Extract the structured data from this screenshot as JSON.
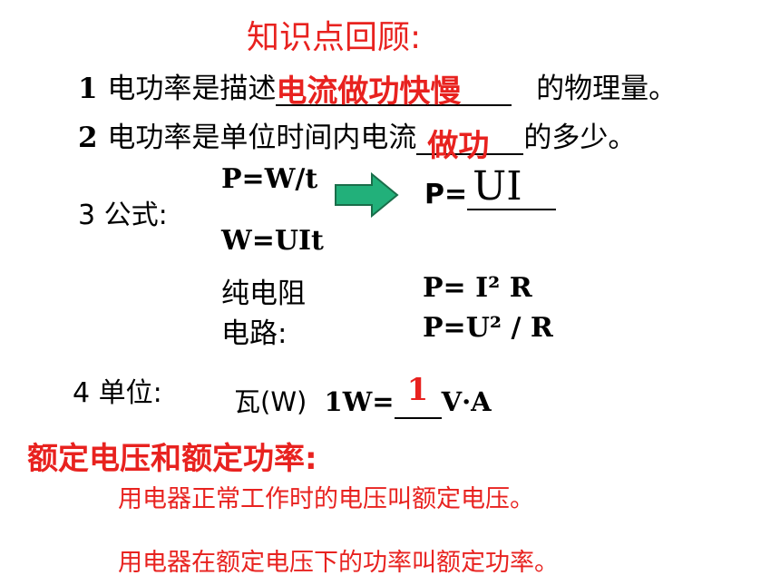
{
  "title": "知识点回顾:",
  "item1": {
    "number": "1",
    "text_before": "电功率是描述",
    "answer": "电流做功快慢",
    "text_after": "的物理量。"
  },
  "item2": {
    "number": "2",
    "text_before": "电功率是单位时间内电流",
    "answer": "做功",
    "text_after": "的多少。"
  },
  "item3": {
    "label": "3 公式:",
    "formula_top": "P=W/t",
    "formula_bottom": "W=UIt",
    "result_prefix": "P=",
    "result_answer": "UI",
    "pure_resistance_line1": "纯电阻",
    "pure_resistance_line2": "电路:",
    "formula_i2r": "P= I² R",
    "formula_u2r": "P=U² / R"
  },
  "item4": {
    "label": "4 单位:",
    "unit": "瓦(W)",
    "conversion_prefix": "1W=",
    "conversion_answer": "1",
    "conversion_suffix": "V·A"
  },
  "section": {
    "heading": "额定电压和额定功率:",
    "line1": "用电器正常工作时的电压叫额定电压。",
    "line2": "用电器在额定电压下的功率叫额定功率。"
  },
  "colors": {
    "accent": "#e8221f",
    "arrow_fill": "#22b07a",
    "arrow_stroke": "#1a6e4a"
  }
}
